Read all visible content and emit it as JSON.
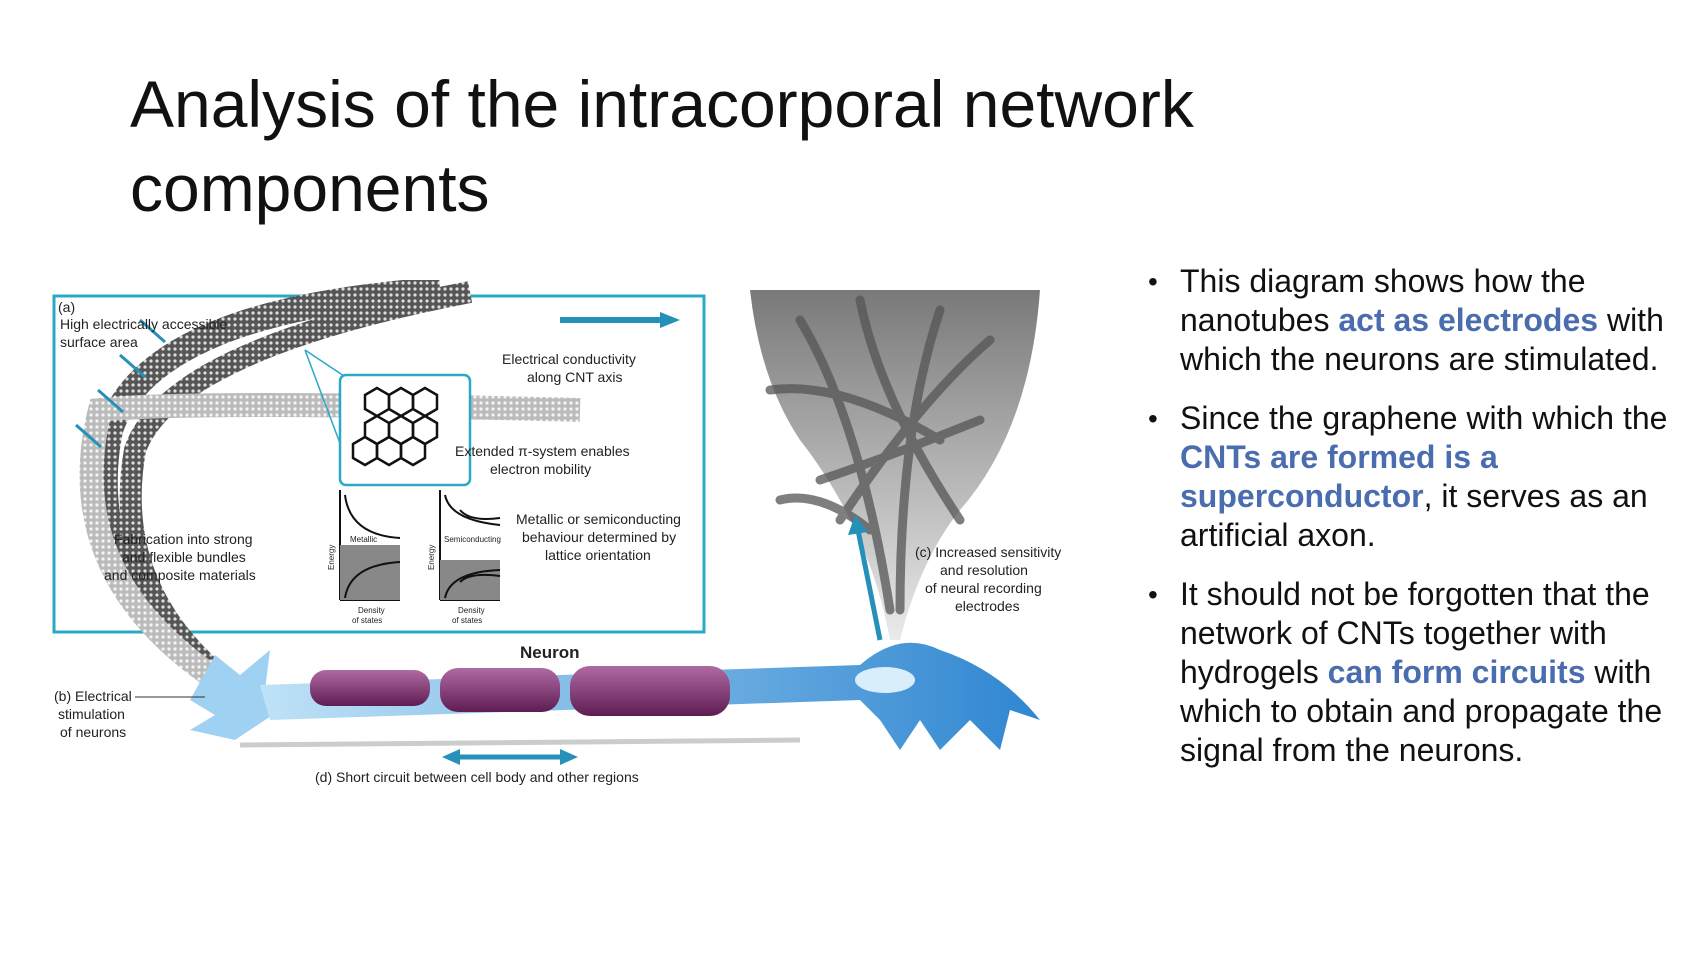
{
  "slide": {
    "title": "Analysis of the intracorporal network components"
  },
  "figure": {
    "panel_a_tag": "(a)",
    "label_surface_1": "High electrically accessible",
    "label_surface_2": "surface area",
    "label_conductivity_1": "Electrical conductivity",
    "label_conductivity_2": "along CNT axis",
    "label_pi_1": "Extended π-system enables",
    "label_pi_2": "electron mobility",
    "label_fabrication_1": "Fabrication into strong",
    "label_fabrication_2": "and flexible bundles",
    "label_fabrication_3": "and composite materials",
    "label_metallic_1": "Metallic or semiconducting",
    "label_metallic_2": "behaviour determined by",
    "label_metallic_3": "lattice orientation",
    "plot_energy_label": "Energy",
    "plot1_inner": "Metallic",
    "plot2_inner": "Semiconducting",
    "plot_density_1": "Density",
    "plot_density_2": "of states",
    "label_c_1": "(c) Increased sensitivity",
    "label_c_2": "and resolution",
    "label_c_3": "of neural recording",
    "label_c_4": "electrodes",
    "label_neuron": "Neuron",
    "label_b_1": "(b) Electrical",
    "label_b_2": "stimulation",
    "label_b_3": "of neurons",
    "label_d": "(d) Short circuit between cell body and other regions"
  },
  "bullets": [
    {
      "parts": [
        {
          "text": "This diagram shows how the nanotubes ",
          "hl": false
        },
        {
          "text": "act as electrodes",
          "hl": true
        },
        {
          "text": " with which the neurons are stimulated.",
          "hl": false
        }
      ]
    },
    {
      "parts": [
        {
          "text": "Since the graphene with which the ",
          "hl": false
        },
        {
          "text": "CNTs are formed is a superconductor",
          "hl": true
        },
        {
          "text": ", it serves as an artificial axon.",
          "hl": false
        }
      ]
    },
    {
      "parts": [
        {
          "text": "It should not be forgotten that the network of CNTs together with hydrogels ",
          "hl": false
        },
        {
          "text": "can form circuits",
          "hl": true
        },
        {
          "text": " with which to obtain and propagate the signal from the neurons.",
          "hl": false
        }
      ]
    }
  ],
  "colors": {
    "highlight": "#4a6db0",
    "panel_border": "#2aa8c4",
    "neuron_blue": "#3b8fd6",
    "myelin_purple": "#8a3a7a"
  }
}
